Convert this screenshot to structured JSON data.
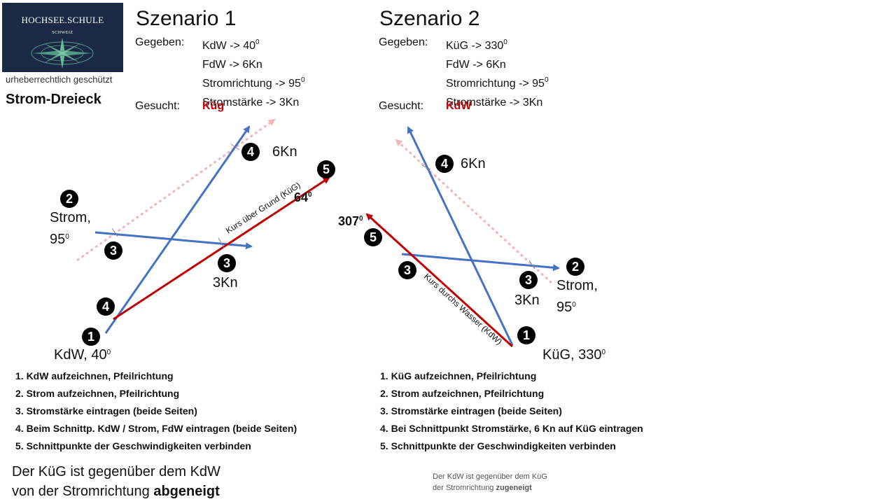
{
  "logo": {
    "title": "HOCHSEE.SCHULE",
    "subtitle": "SCHWEIZ",
    "icon": "compass-rose-icon"
  },
  "copyright": "urheberrechtlich geschützt",
  "section_title": "Strom-Dreieck",
  "scenario1": {
    "title": "Szenario 1",
    "given_label": "Gegeben:",
    "given": [
      {
        "text": "KdW -> 40",
        "sup": "0"
      },
      {
        "text": "FdW -> 6Kn",
        "sup": ""
      },
      {
        "text": "Stromrichtung -> 95",
        "sup": "0"
      },
      {
        "text": "Stromstärke -> 3Kn",
        "sup": ""
      }
    ],
    "sought_label": "Gesucht:",
    "sought": "Küg",
    "markers": {
      "m1": "1",
      "m2": "2",
      "m3a": "3",
      "m3b": "3",
      "m4a": "4",
      "m4b": "4",
      "m5": "5"
    },
    "labels": {
      "start_text": "KdW, 40",
      "start_sup": "0",
      "current_line1": "Strom,",
      "current_line2": "95",
      "current_sup": "0",
      "speed": "6Kn",
      "current_speed": "3Kn",
      "result_text": "64",
      "result_sup": "0",
      "result_line": "Kurs über Grund (KüG)"
    },
    "steps": [
      "1. KdW aufzeichnen, Pfeilrichtung",
      "2. Strom aufzeichnen, Pfeilrichtung",
      "3. Stromstärke eintragen (beide Seiten)",
      "4. Beim Schnittp. KdW / Strom, FdW eintragen (beide Seiten)",
      "5. Schnittpunkte der Geschwindigkeiten verbinden"
    ],
    "conclusion_line1": "Der KüG ist gegenüber dem KdW",
    "conclusion_line2_pre": "von der Stromrichtung ",
    "conclusion_bold": "abgeneigt"
  },
  "scenario2": {
    "title": "Szenario 2",
    "given_label": "Gegeben:",
    "given": [
      {
        "text": "KüG -> 330",
        "sup": "0"
      },
      {
        "text": "FdW -> 6Kn",
        "sup": ""
      },
      {
        "text": "Stromrichtung -> 95",
        "sup": "0"
      },
      {
        "text": "Stromstärke -> 3Kn",
        "sup": ""
      }
    ],
    "sought_label": "Gesucht:",
    "sought": "KdW",
    "markers": {
      "m1": "1",
      "m2": "2",
      "m3a": "3",
      "m3b": "3",
      "m4": "4",
      "m5": "5"
    },
    "labels": {
      "start_text": "KüG, 330",
      "start_sup": "0",
      "current_line1": "Strom,",
      "current_line2": "95",
      "current_sup": "0",
      "speed": "6Kn",
      "current_speed": "3Kn",
      "result_text": "307",
      "result_sup": "0",
      "result_line": "Kurs durchs Wasser (KdW)"
    },
    "steps": [
      "1. KüG aufzeichnen, Pfeilrichtung",
      "2. Strom aufzeichnen, Pfeilrichtung",
      "3. Stromstärke eintragen (beide Seiten)",
      "4. Bei Schnittpunkt Stromstärke, 6 Kn auf KüG eintragen",
      "5. Schnittpunkte der Geschwindigkeiten verbinden"
    ],
    "conclusion_line1": "Der KdW ist gegenüber dem KüG",
    "conclusion_line2_pre": "der Stromrichtung ",
    "conclusion_bold": "zugeneigt"
  },
  "colors": {
    "blue": "#4472c4",
    "red": "#c00000",
    "pink": "#f4b6b6"
  }
}
